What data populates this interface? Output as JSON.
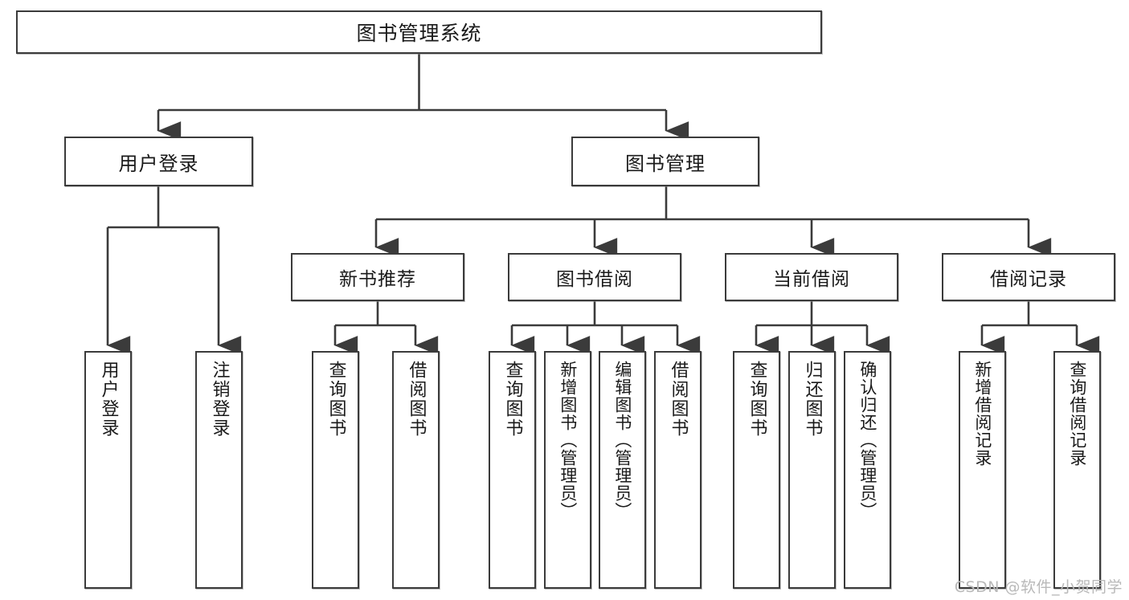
{
  "diagram": {
    "title": "图书管理系统",
    "type": "tree-hierarchy",
    "style": {
      "box_border_color": "#3b3b3b",
      "box_fill_color": "#ffffff",
      "line_color": "#3b3b3b",
      "text_color": "#1a1a1a",
      "watermark_color": "#b9b9b9",
      "background": "#ffffff"
    }
  },
  "root": {
    "label": "图书管理系统"
  },
  "level2": [
    {
      "label": "用户登录"
    },
    {
      "label": "图书管理"
    }
  ],
  "level3": [
    {
      "label": "新书推荐"
    },
    {
      "label": "图书借阅"
    },
    {
      "label": "当前借阅"
    },
    {
      "label": "借阅记录"
    }
  ],
  "leaves": {
    "user_login": [
      {
        "label": "用户登录"
      },
      {
        "label": "注销登录"
      }
    ],
    "new_book_recommend": [
      {
        "label": "查询图书"
      },
      {
        "label": "借阅图书"
      }
    ],
    "book_borrow": [
      {
        "label": "查询图书"
      },
      {
        "label": "新增图书（管理员）"
      },
      {
        "label": "编辑图书（管理员）"
      },
      {
        "label": "借阅图书"
      }
    ],
    "current_borrow": [
      {
        "label": "查询图书"
      },
      {
        "label": "归还图书"
      },
      {
        "label": "确认归还（管理员）"
      }
    ],
    "borrow_record": [
      {
        "label": "新增借阅记录"
      },
      {
        "label": "查询借阅记录"
      }
    ]
  },
  "watermark": {
    "text": "CSDN @软件_小贺同学"
  }
}
